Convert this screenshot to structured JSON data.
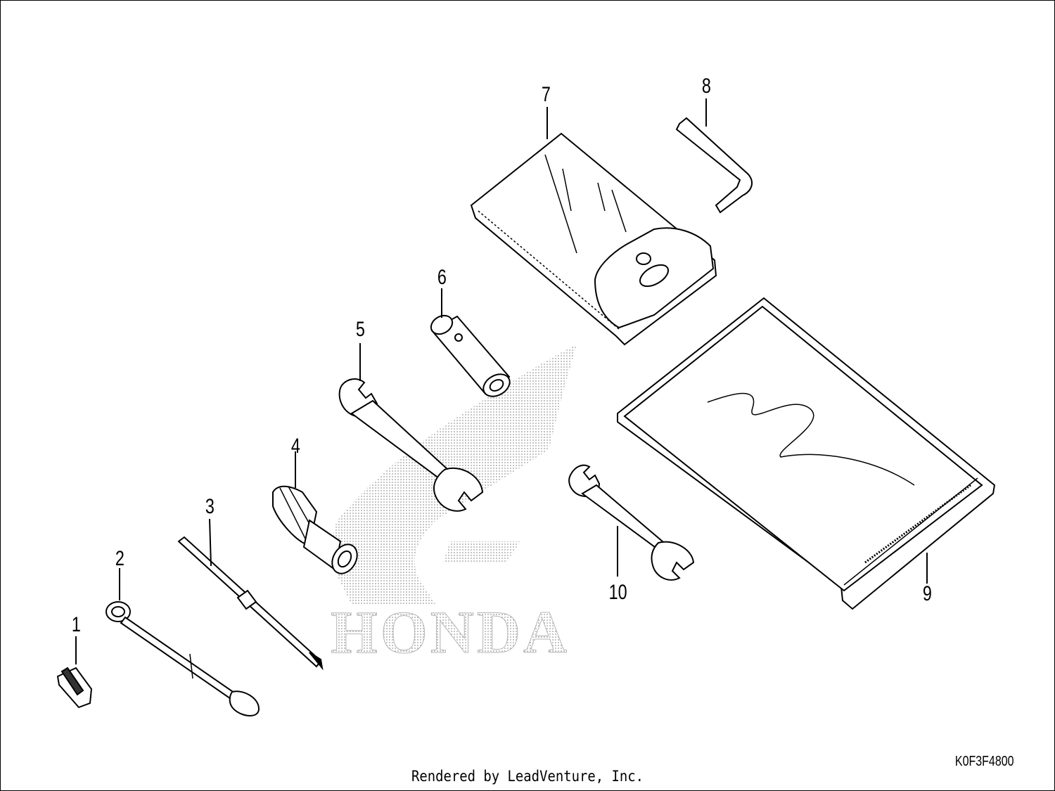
{
  "parts": [
    {
      "number": "1",
      "icon": "plug-wrench-icon"
    },
    {
      "number": "2",
      "icon": "handle-bar-icon"
    },
    {
      "number": "3",
      "icon": "screwdriver-bit-icon"
    },
    {
      "number": "4",
      "icon": "screwdriver-grip-icon"
    },
    {
      "number": "5",
      "icon": "open-end-wrench-icon"
    },
    {
      "number": "6",
      "icon": "socket-wrench-icon"
    },
    {
      "number": "7",
      "icon": "tool-bag-icon"
    },
    {
      "number": "8",
      "icon": "hex-key-icon"
    },
    {
      "number": "9",
      "icon": "manual-pouch-icon"
    },
    {
      "number": "10",
      "icon": "open-end-wrench-icon"
    }
  ],
  "watermark": {
    "text": "HONDA"
  },
  "diagram_code": "K0F3F4800",
  "footer": {
    "credit": "Rendered by LeadVenture, Inc."
  }
}
